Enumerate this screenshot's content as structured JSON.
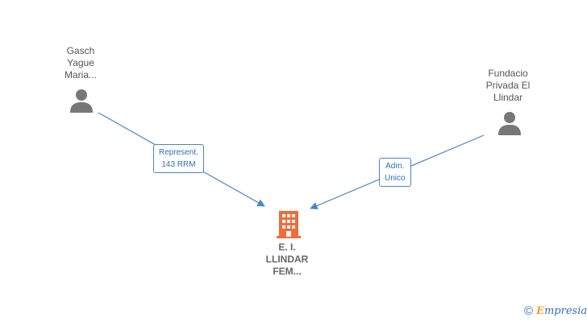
{
  "diagram": {
    "nodes": [
      {
        "id": "gasch",
        "type": "person",
        "label": "Gasch\nYague\nMaria..."
      },
      {
        "id": "fundacio",
        "type": "person",
        "label": "Fundacio\nPrivada El\nLlindar"
      },
      {
        "id": "company",
        "type": "company",
        "label": "E.  I.\nLLINDAR\nFEM..."
      }
    ],
    "edges": [
      {
        "from": "gasch",
        "to": "company",
        "label": "Represent.\n143 RRM"
      },
      {
        "from": "fundacio",
        "to": "company",
        "label": "Adm.\nUnico"
      }
    ]
  },
  "colors": {
    "edge": "#4a86c8",
    "person_icon": "#777777",
    "company_icon": "#f26b3a",
    "text": "#555555"
  },
  "branding": {
    "copyright_symbol": "©",
    "name_initial": "E",
    "name_rest": "mpresia"
  }
}
